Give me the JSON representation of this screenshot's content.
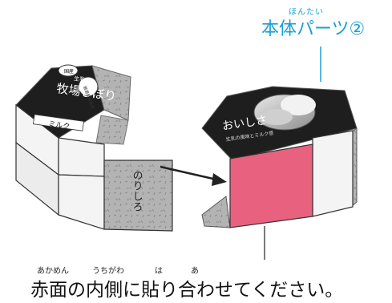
{
  "title": {
    "ruby": "ほんたい",
    "text": "本体パーツ②"
  },
  "left_piece": {
    "logo_label": "国産",
    "brand_line1": "牧場しぼり",
    "brand_sub": "生乳",
    "flavor": "ミルク",
    "side_note": "厳選素材使用",
    "glue_label": "のりしろ"
  },
  "right_piece": {
    "tagline": "おいしさ",
    "subline": "生乳の風味とミルク感"
  },
  "instruction": {
    "ruby_akamen": "あかめん",
    "ruby_uchigawa": "うちがわ",
    "ruby_ha": "は",
    "ruby_a": "あ",
    "text": "赤面の内側に貼り合わせてください。"
  },
  "colors": {
    "accent_blue": "#1a9fd6",
    "pink_face": "#e8617e",
    "dark_panel": "#1e1e1e",
    "gray_panel": "#b9b9b9",
    "white_panel": "#f4f4f4"
  },
  "icons": [
    "arrow-right-icon"
  ]
}
